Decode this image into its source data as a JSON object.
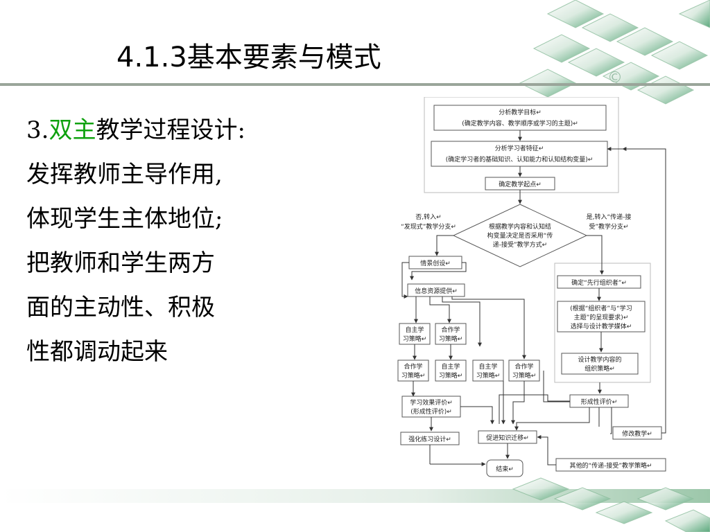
{
  "slide": {
    "title": "4.1.3基本要素与模式",
    "copyright": "©",
    "body": {
      "line1_prefix": "3.",
      "line1_highlight": "双主",
      "line1_rest": "教学过程设计:",
      "lines": [
        "发挥教师主导作用,",
        "体现学生主体地位;",
        "把教师和学生两方",
        "面的主动性、积极",
        "性都调动起来"
      ]
    },
    "colors": {
      "accent_green": "#0fa10f",
      "band_green": "#5fa27a",
      "rule_gray": "#9aa59a"
    }
  },
  "flow": {
    "n1": [
      "分析教学目标↵",
      "(确定教学内容、教学顺序或学习的主题)↵"
    ],
    "n2": [
      "分析学习者特征↵",
      "(确定学习者的基础知识、认知能力和认知结构变量)↵"
    ],
    "n3": "确定教学起点↵",
    "decision": [
      "根据教学内容和认知结",
      "构变量决定是否采用“传",
      "递-接受”教学方式↵"
    ],
    "left_label": [
      "否,转入↵",
      "“发现式”教学分支↵"
    ],
    "right_label": [
      "是,转入“传递-接",
      "受”教学分支↵"
    ],
    "situation": "情景创设↵",
    "info": "信息资源提供↵",
    "self_a": [
      "自主学",
      "习策略↵"
    ],
    "coop_a": [
      "合作学",
      "习策略↵"
    ],
    "coop_b": [
      "合作学",
      "习策略↵"
    ],
    "self_b": [
      "自主学",
      "习策略↵"
    ],
    "self_c": [
      "自主学",
      "习策略↵"
    ],
    "coop_c": [
      "合作学",
      "习策略↵"
    ],
    "advance": "确定“先行组织者”↵",
    "media": [
      "(根据“组织者”与“学习",
      "主题”的呈现要求)↵",
      "选择与设计教学媒体↵"
    ],
    "design": [
      "设计教学内容的",
      "组织策略↵"
    ],
    "eval": [
      "学习效果评价↵",
      "(形成性评价)↵"
    ],
    "formative": "形成性评价↵",
    "revise": "修改教学↵",
    "practice": "强化练习设计↵",
    "transfer": "促进知识迁移↵",
    "other": "其他的“传递-接受”教学策略↵",
    "end": "结束↵"
  }
}
